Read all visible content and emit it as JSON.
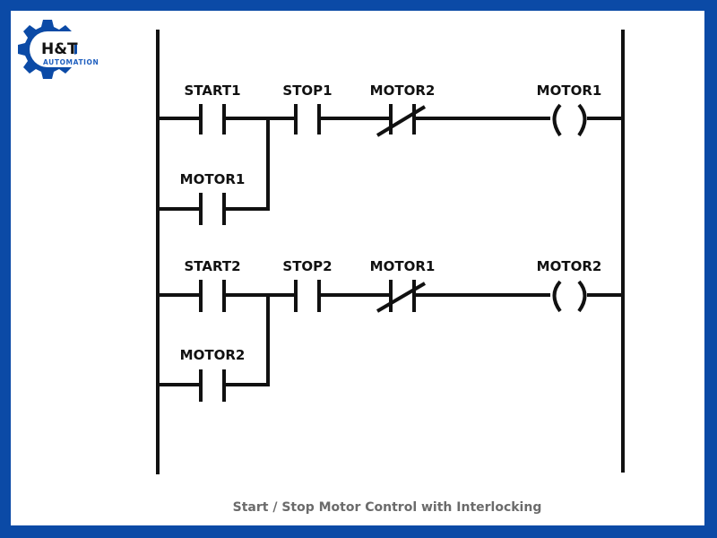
{
  "logo": {
    "brand": "H&T",
    "subtitle": "AUTOMATION",
    "color": "#0b4aa6"
  },
  "frame_color": "#0b4aa6",
  "caption": "Start / Stop Motor Control with Interlocking",
  "rungs": [
    {
      "main": [
        {
          "type": "no_contact",
          "label": "START1"
        },
        {
          "type": "no_contact",
          "label": "STOP1"
        },
        {
          "type": "nc_contact",
          "label": "MOTOR2"
        },
        {
          "type": "coil",
          "label": "MOTOR1"
        }
      ],
      "branch": {
        "type": "no_contact",
        "label": "MOTOR1",
        "parallel_to": "START1"
      }
    },
    {
      "main": [
        {
          "type": "no_contact",
          "label": "START2"
        },
        {
          "type": "no_contact",
          "label": "STOP2"
        },
        {
          "type": "nc_contact",
          "label": "MOTOR1"
        },
        {
          "type": "coil",
          "label": "MOTOR2"
        }
      ],
      "branch": {
        "type": "no_contact",
        "label": "MOTOR2",
        "parallel_to": "START2"
      }
    }
  ]
}
